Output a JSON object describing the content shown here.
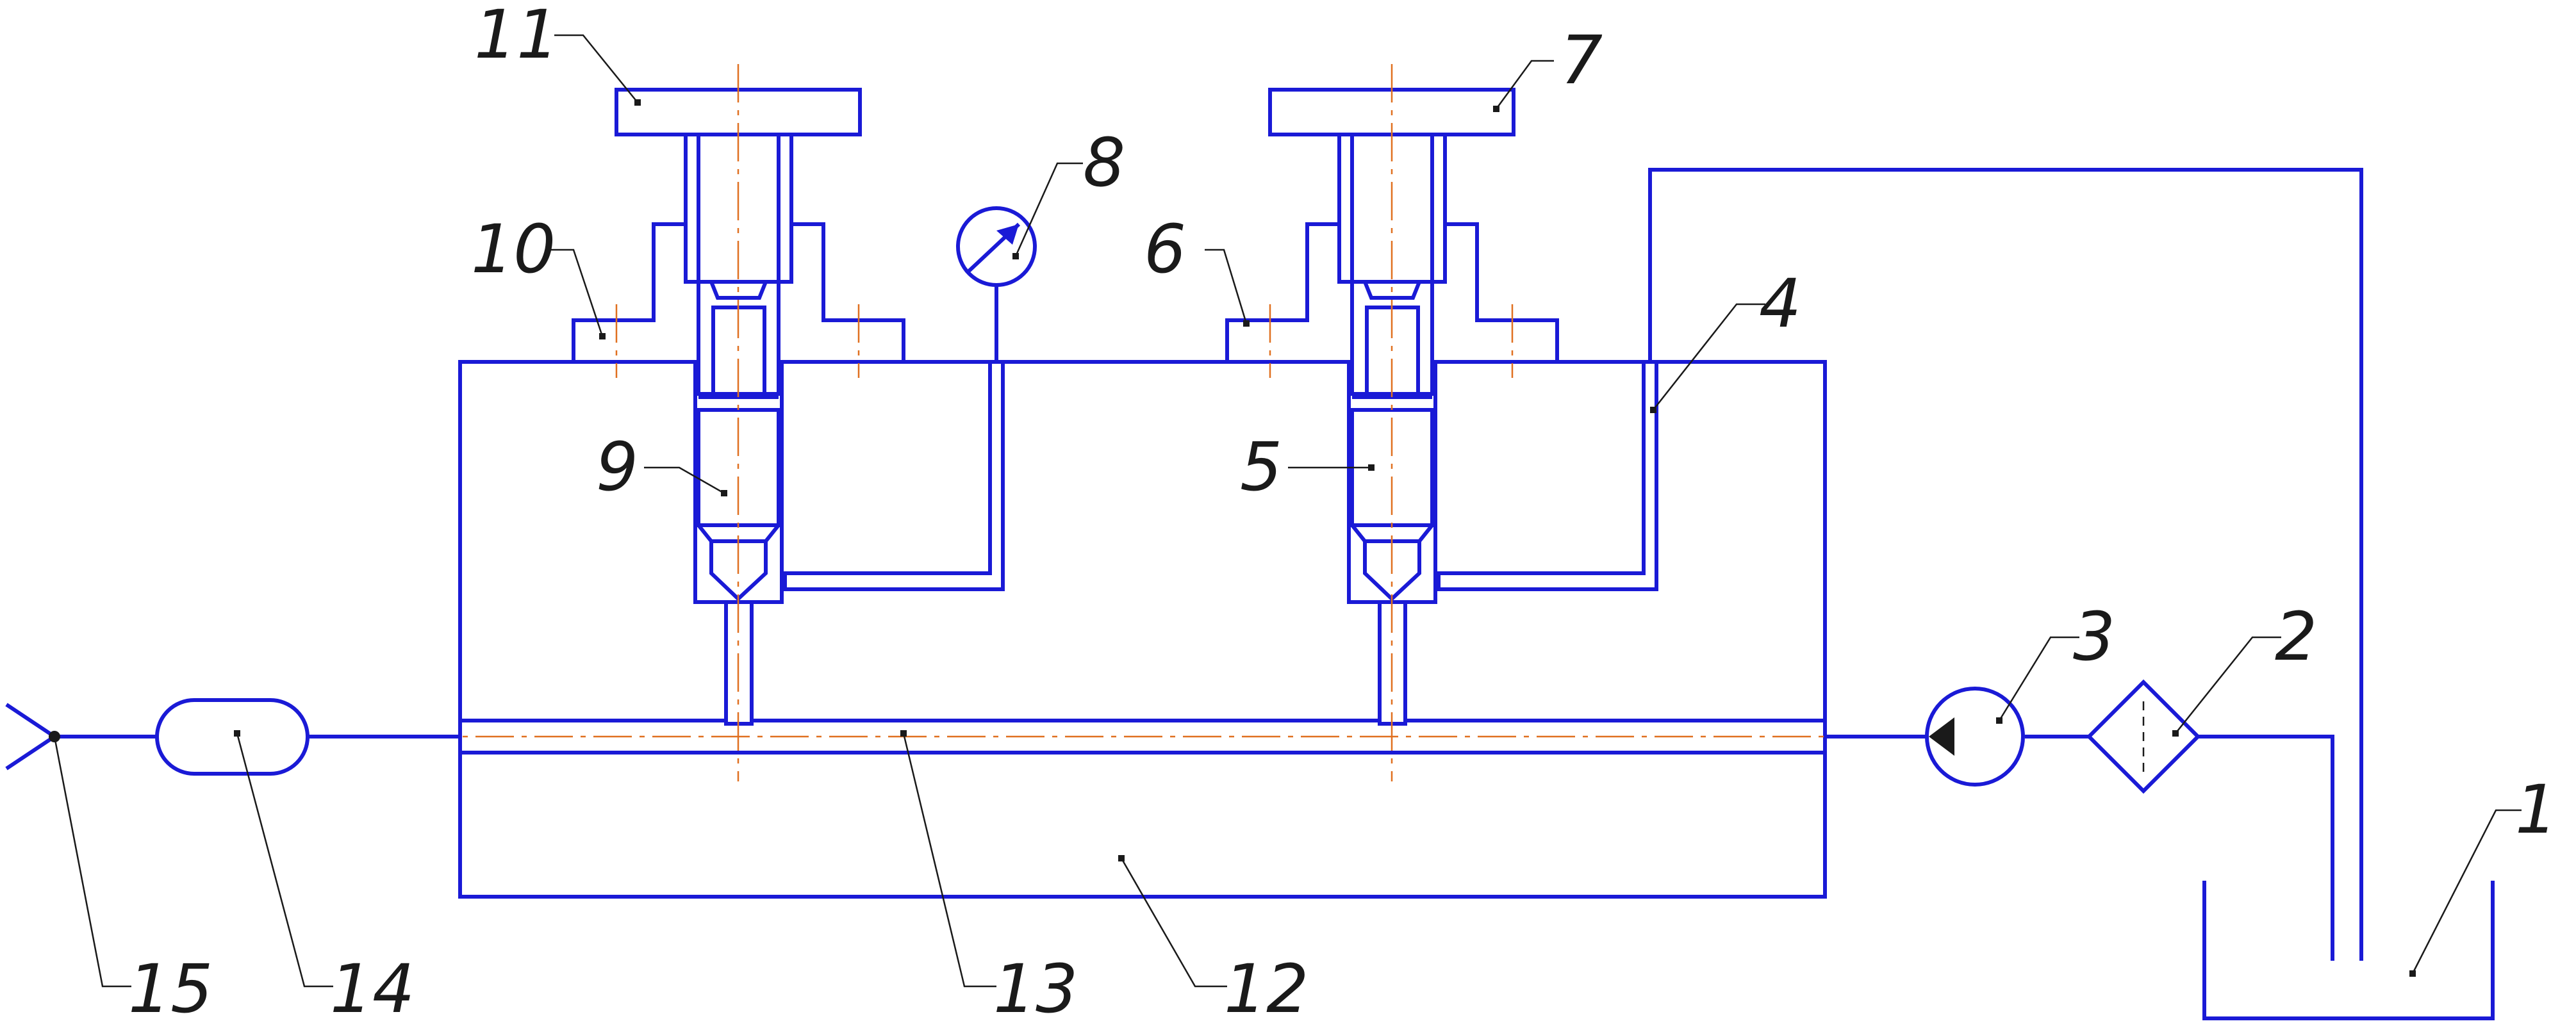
{
  "diagram": {
    "labels": {
      "n1": "1",
      "n2": "2",
      "n3": "3",
      "n4": "4",
      "n5": "5",
      "n6": "6",
      "n7": "7",
      "n8": "8",
      "n9": "9",
      "n10": "10",
      "n11": "11",
      "n12": "12",
      "n13": "13",
      "n14": "14",
      "n15": "15"
    },
    "colors": {
      "outline": "#1a1ad6",
      "leader": "#1a1a1a",
      "axis": "#e07020"
    }
  }
}
